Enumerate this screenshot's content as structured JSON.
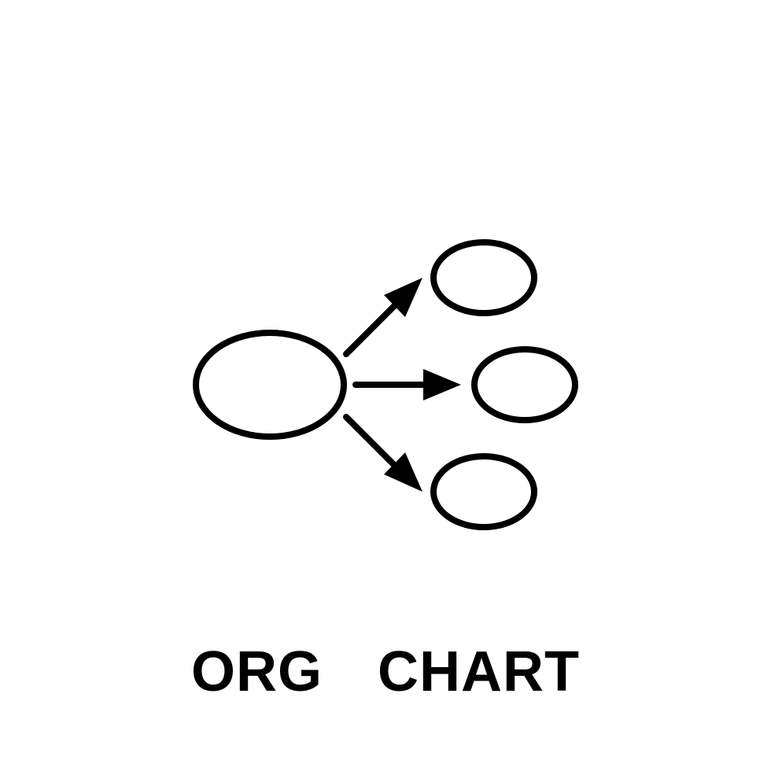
{
  "icon": {
    "name": "org-chart-icon",
    "stroke_color": "#000000",
    "background_color": "#ffffff",
    "root_node": "root-node",
    "child_nodes": [
      "child-node-top",
      "child-node-middle",
      "child-node-bottom"
    ]
  },
  "caption": {
    "text": "ORG  CHART"
  }
}
